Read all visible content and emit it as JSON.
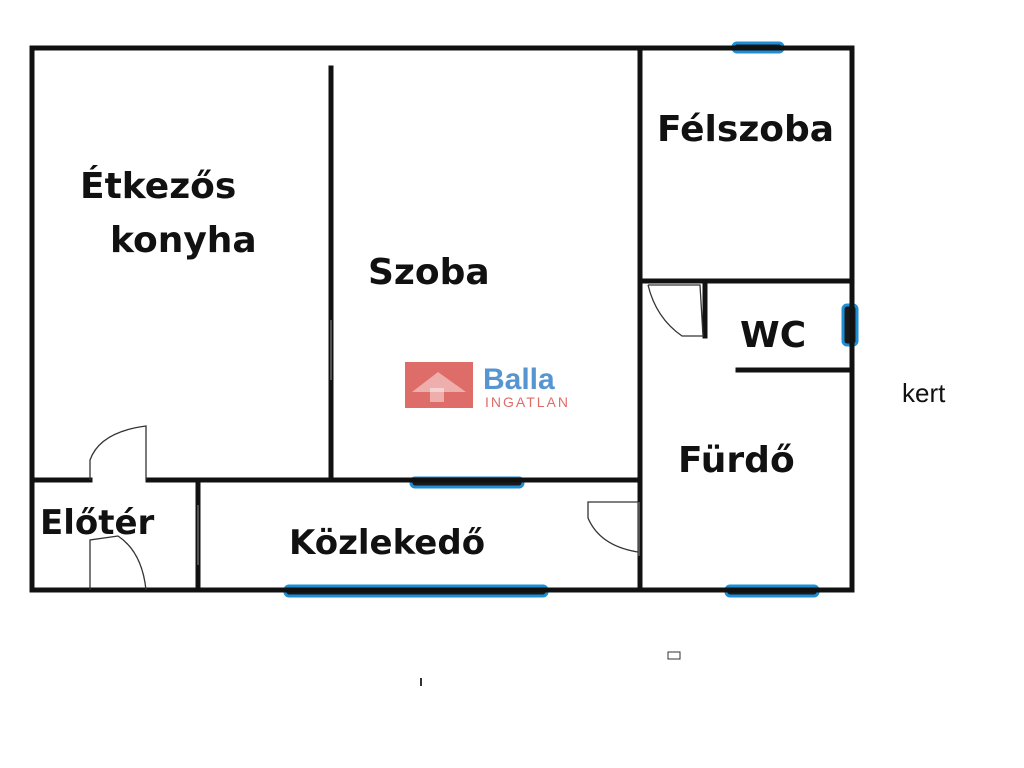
{
  "rooms": {
    "kitchen_line1": "Étkezős",
    "kitchen_line2": "konyha",
    "room": "Szoba",
    "half_room": "Félszoba",
    "wc": "WC",
    "bathroom": "Fürdő",
    "hallway_entry": "Előtér",
    "corridor": "Közlekedő"
  },
  "outside": {
    "garden": "kert"
  },
  "watermark": {
    "brand": "Balla",
    "sub": "INGATLAN"
  },
  "colors": {
    "wall": "#111111",
    "window": "#1e8fd6",
    "logo_red": "#d9534f",
    "logo_blue": "#3a83c9"
  }
}
